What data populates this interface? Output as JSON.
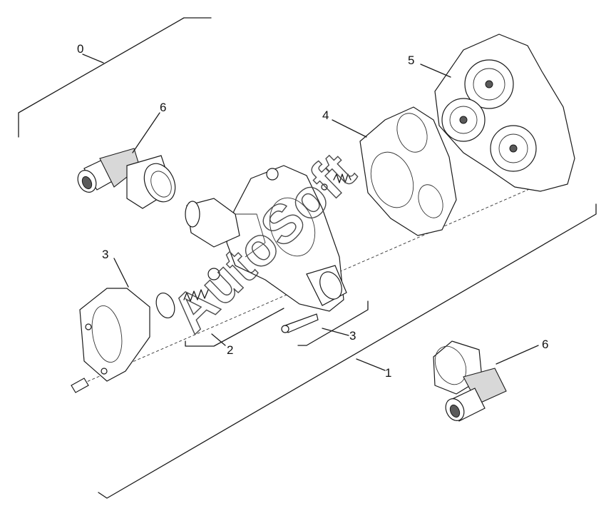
{
  "callouts": {
    "c0": "0",
    "c1": "1",
    "c2": "2",
    "c3a": "3",
    "c3b": "3",
    "c4": "4",
    "c5": "5",
    "c6a": "6",
    "c6b": "6"
  },
  "watermark": "AutoSoft"
}
